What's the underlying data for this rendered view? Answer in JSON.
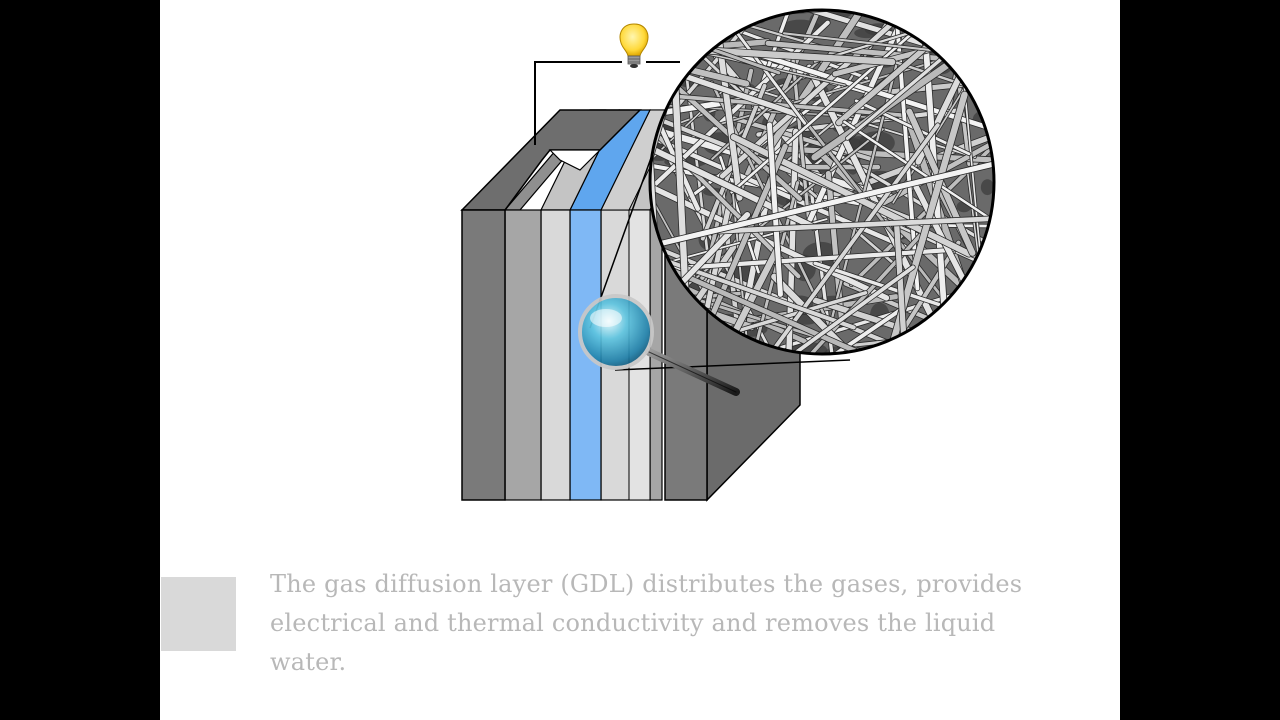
{
  "slide": {
    "caption": "The gas diffusion layer (GDL) distributes the gases, provides electrical and thermal conductivity and removes the liquid water."
  },
  "diagram": {
    "layers": [
      "end-plate-left",
      "bipolar-plate-left",
      "gdl-left",
      "membrane",
      "gdl-right",
      "bipolar-plate-right",
      "end-plate-right"
    ],
    "icons": [
      "lightbulb-icon",
      "magnifying-glass-icon"
    ],
    "zoom_view": "gdl-fiber-microstructure"
  },
  "colors": {
    "background": "#ffffff",
    "letterbox": "#000000",
    "end_plate_front": "#7a7a7a",
    "end_plate_top": "#5a5a5a",
    "bipolar_plate": "#a6a6a6",
    "gdl": "#d9d9d9",
    "membrane": "#7fb8f5",
    "caption_text": "#b8b8b8",
    "caption_marker": "#d9d9d9",
    "bulb": "#ffd93a"
  }
}
